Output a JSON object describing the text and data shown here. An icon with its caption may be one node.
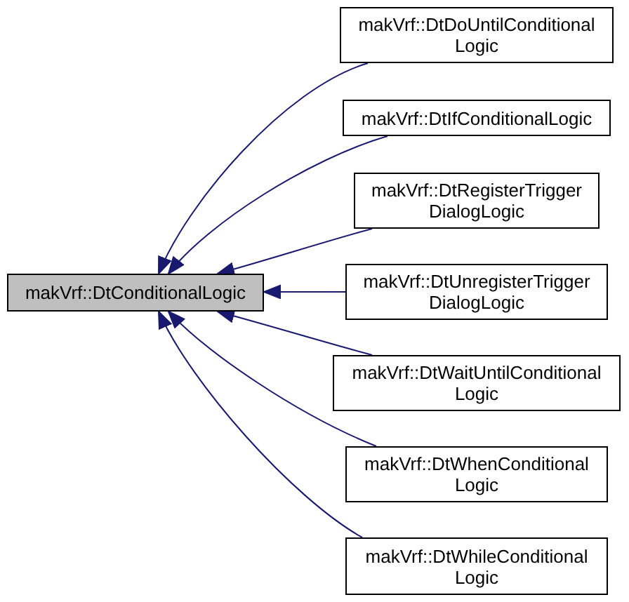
{
  "diagram": {
    "nodes": [
      {
        "text": [
          "makVrf::DtConditionalLogic"
        ]
      },
      {
        "text": [
          "makVrf::DtDoUntilConditional Logic"
        ]
      },
      {
        "text": [
          "makVrf::DtIfConditionalLogic"
        ]
      },
      {
        "text": [
          "makVrf::DtRegisterTrigger DialogLogic"
        ]
      },
      {
        "text": [
          "makVrf::DtUnregisterTrigger DialogLogic"
        ]
      },
      {
        "text": [
          "makVrf::DtWaitUntilConditional Logic"
        ]
      },
      {
        "text": [
          "makVrf::DtWhenConditional Logic"
        ]
      },
      {
        "text": [
          "makVrf::DtWhileConditional Logic"
        ]
      }
    ],
    "edges": [
      {
        "from": 1,
        "to": 0,
        "arrow": "to"
      },
      {
        "from": 2,
        "to": 0,
        "arrow": "to"
      },
      {
        "from": 3,
        "to": 0,
        "arrow": "to"
      },
      {
        "from": 4,
        "to": 0,
        "arrow": "to"
      },
      {
        "from": 5,
        "to": 0,
        "arrow": "to"
      },
      {
        "from": 6,
        "to": 0,
        "arrow": "to"
      },
      {
        "from": 7,
        "to": 0,
        "arrow": "to"
      }
    ]
  }
}
